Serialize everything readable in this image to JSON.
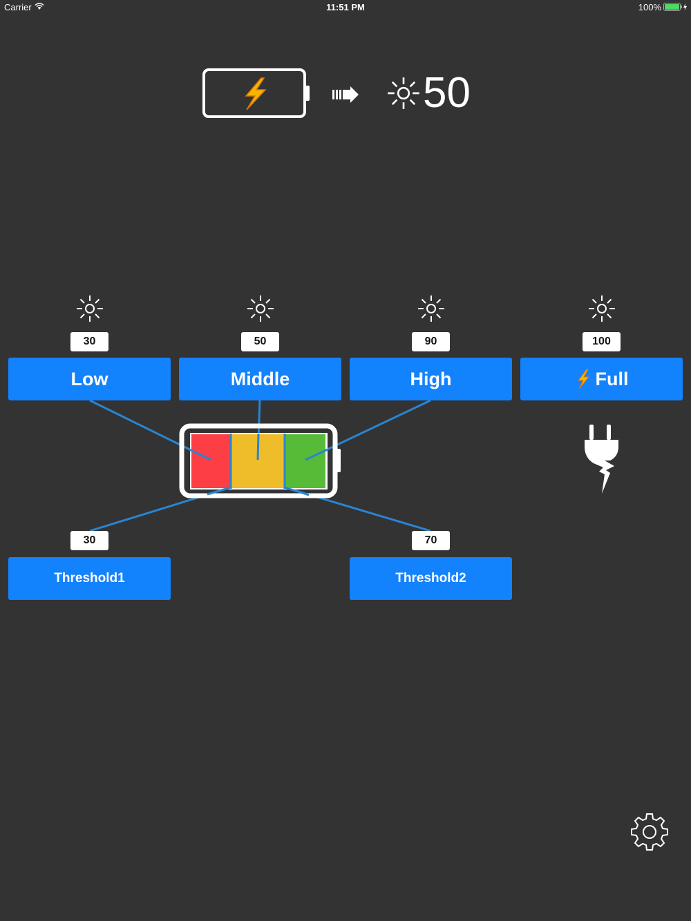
{
  "status_bar": {
    "carrier": "Carrier",
    "time": "11:51 PM",
    "battery": "100%"
  },
  "header": {
    "brightness_value": "50"
  },
  "levels": [
    {
      "label": "Low",
      "value": "30"
    },
    {
      "label": "Middle",
      "value": "50"
    },
    {
      "label": "High",
      "value": "90"
    },
    {
      "label": "Full",
      "value": "100"
    }
  ],
  "thresholds": [
    {
      "label": "Threshold1",
      "value": "30"
    },
    {
      "label": "Threshold2",
      "value": "70"
    }
  ],
  "colors": {
    "accent": "#1382fd",
    "low": "#fc3f44",
    "middle": "#efbd2a",
    "high": "#58bb38",
    "line": "#2a84d2"
  }
}
